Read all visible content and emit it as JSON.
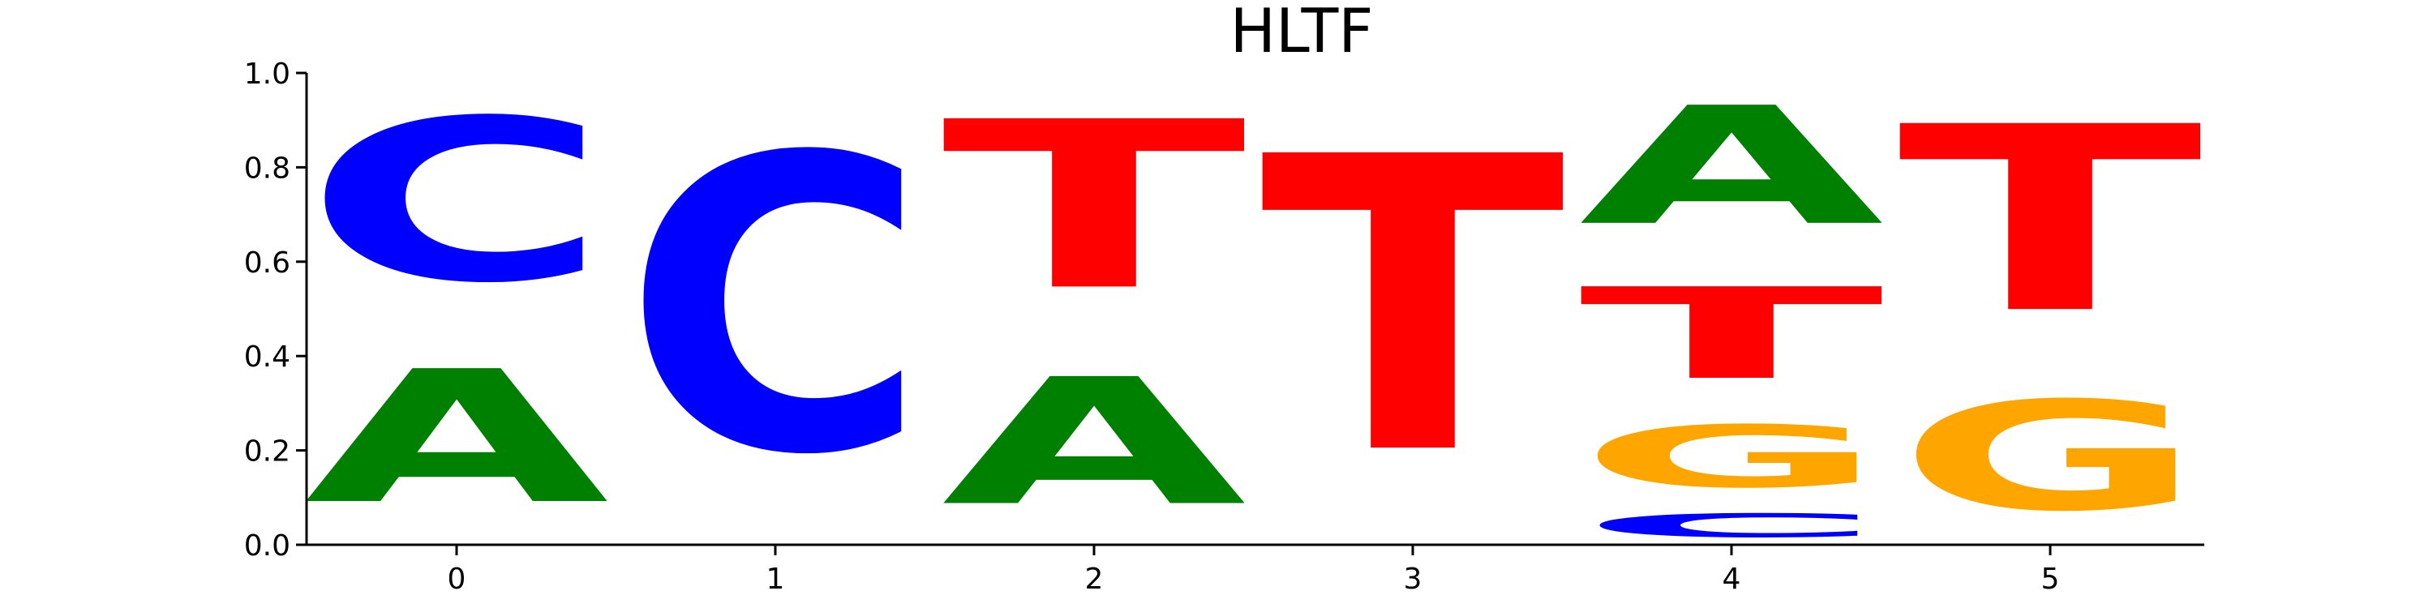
{
  "chart_data": {
    "type": "sequence-logo",
    "title": "HLTF",
    "xlabel": "",
    "ylabel": "",
    "ylim": [
      0,
      1
    ],
    "x_ticks": [
      "0",
      "1",
      "2",
      "3",
      "4",
      "5"
    ],
    "y_ticks": [
      "0.0",
      "0.2",
      "0.4",
      "0.6",
      "0.8",
      "1.0"
    ],
    "grid": false,
    "colors": {
      "A": "#008000",
      "C": "#0000ff",
      "G": "#ffa500",
      "T": "#ff0000"
    },
    "positions": [
      {
        "position": "0",
        "letters": [
          {
            "letter": "A",
            "value": 0.45
          },
          {
            "letter": "C",
            "value": 0.55
          }
        ]
      },
      {
        "position": "1",
        "letters": [
          {
            "letter": "C",
            "value": 1.0
          }
        ]
      },
      {
        "position": "2",
        "letters": [
          {
            "letter": "A",
            "value": 0.43
          },
          {
            "letter": "T",
            "value": 0.57
          }
        ]
      },
      {
        "position": "3",
        "letters": [
          {
            "letter": "T",
            "value": 1.0
          }
        ]
      },
      {
        "position": "4",
        "letters": [
          {
            "letter": "C",
            "value": 0.08
          },
          {
            "letter": "G",
            "value": 0.21
          },
          {
            "letter": "T",
            "value": 0.31
          },
          {
            "letter": "A",
            "value": 0.4
          }
        ]
      },
      {
        "position": "5",
        "letters": [
          {
            "letter": "G",
            "value": 0.37
          },
          {
            "letter": "T",
            "value": 0.63
          }
        ]
      }
    ]
  }
}
